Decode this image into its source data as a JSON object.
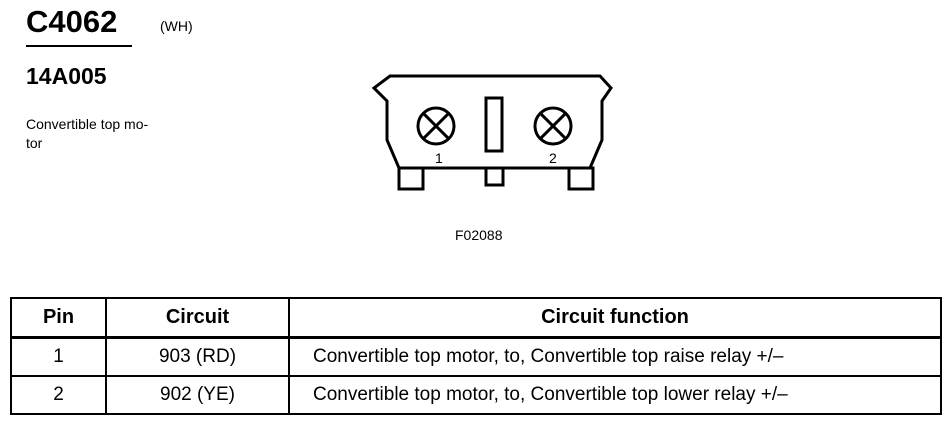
{
  "connector": {
    "id": "C4062",
    "color_code": "(WH)",
    "part_number": "14A005",
    "description_lines": [
      "Convertible top mo-",
      "tor"
    ],
    "figure_id": "F02088",
    "pin_labels": [
      "1",
      "2"
    ]
  },
  "table": {
    "headers": [
      "Pin",
      "Circuit",
      "Circuit function"
    ],
    "rows": [
      {
        "pin": "1",
        "circuit": "903 (RD)",
        "function": "Convertible top motor, to, Convertible top raise relay +/–"
      },
      {
        "pin": "2",
        "circuit": "902 (YE)",
        "function": "Convertible top motor, to, Convertible top lower relay +/–"
      }
    ]
  }
}
